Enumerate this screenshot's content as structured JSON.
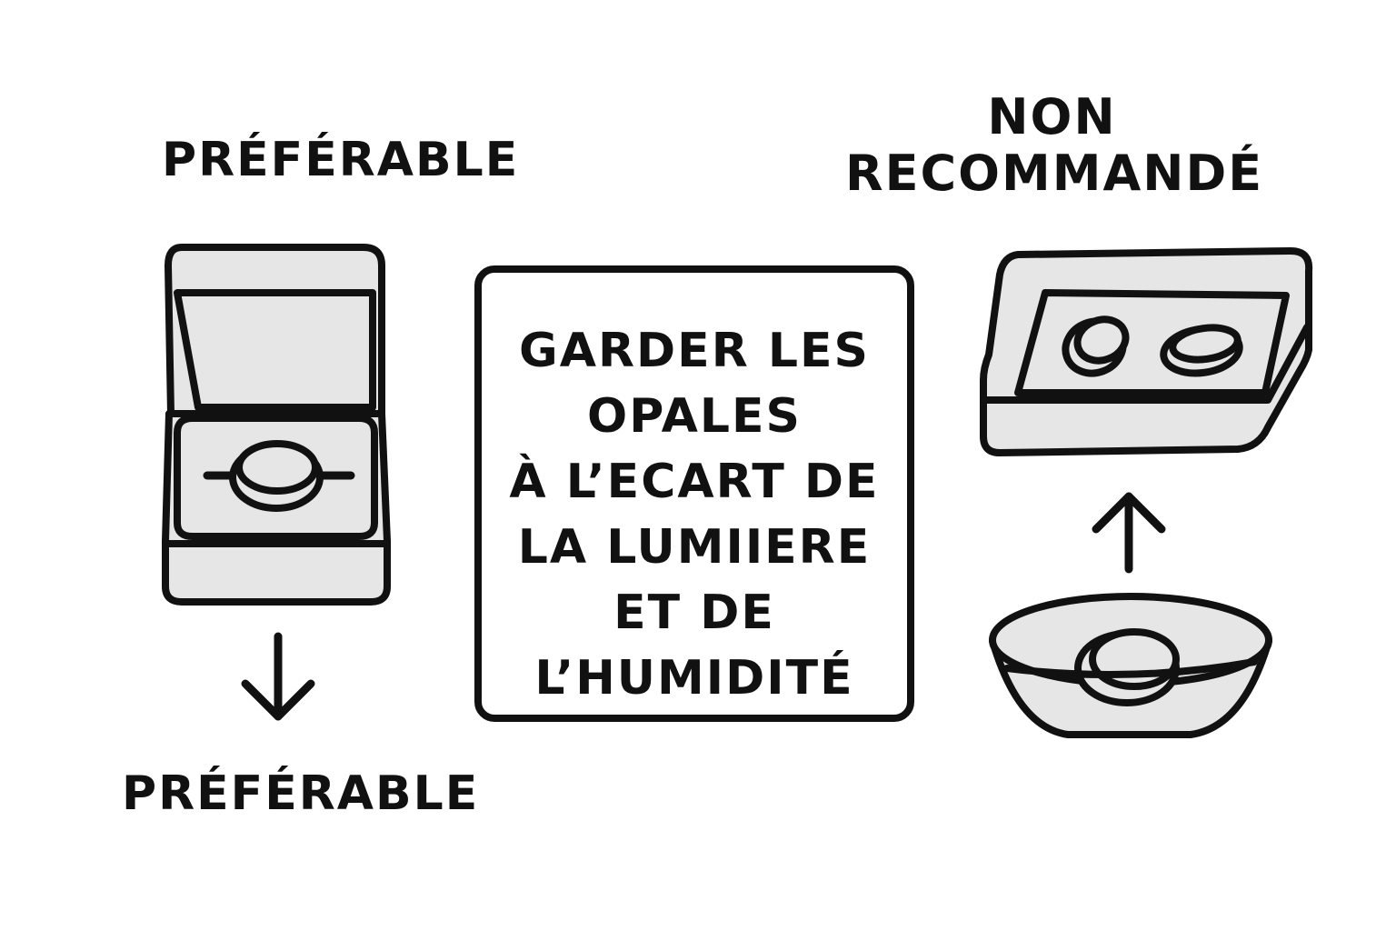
{
  "labels": {
    "top_left": "PRÉFÉRABLE",
    "bottom_left": "PRÉFÉRABLE",
    "top_right_line1": "NON",
    "top_right_line2": "RECOMMANDÉ"
  },
  "center_message": {
    "line1": "GARDER LES",
    "line2": "OPALES",
    "line3": "À L’ECART DE",
    "line4": "LA LUMIIERE",
    "line5": "ET DE",
    "line6": "L’HUMIDITÉ"
  },
  "icons": {
    "left_illustration": "jewelry-box-with-opal-icon",
    "right_top_illustration": "open-tray-with-opals-icon",
    "right_bottom_illustration": "bowl-with-opal-icon",
    "left_arrow": "arrow-down-icon",
    "right_arrow": "arrow-up-icon"
  },
  "colors": {
    "stroke": "#111111",
    "fill": "#e6e6e6",
    "background": "#ffffff"
  }
}
